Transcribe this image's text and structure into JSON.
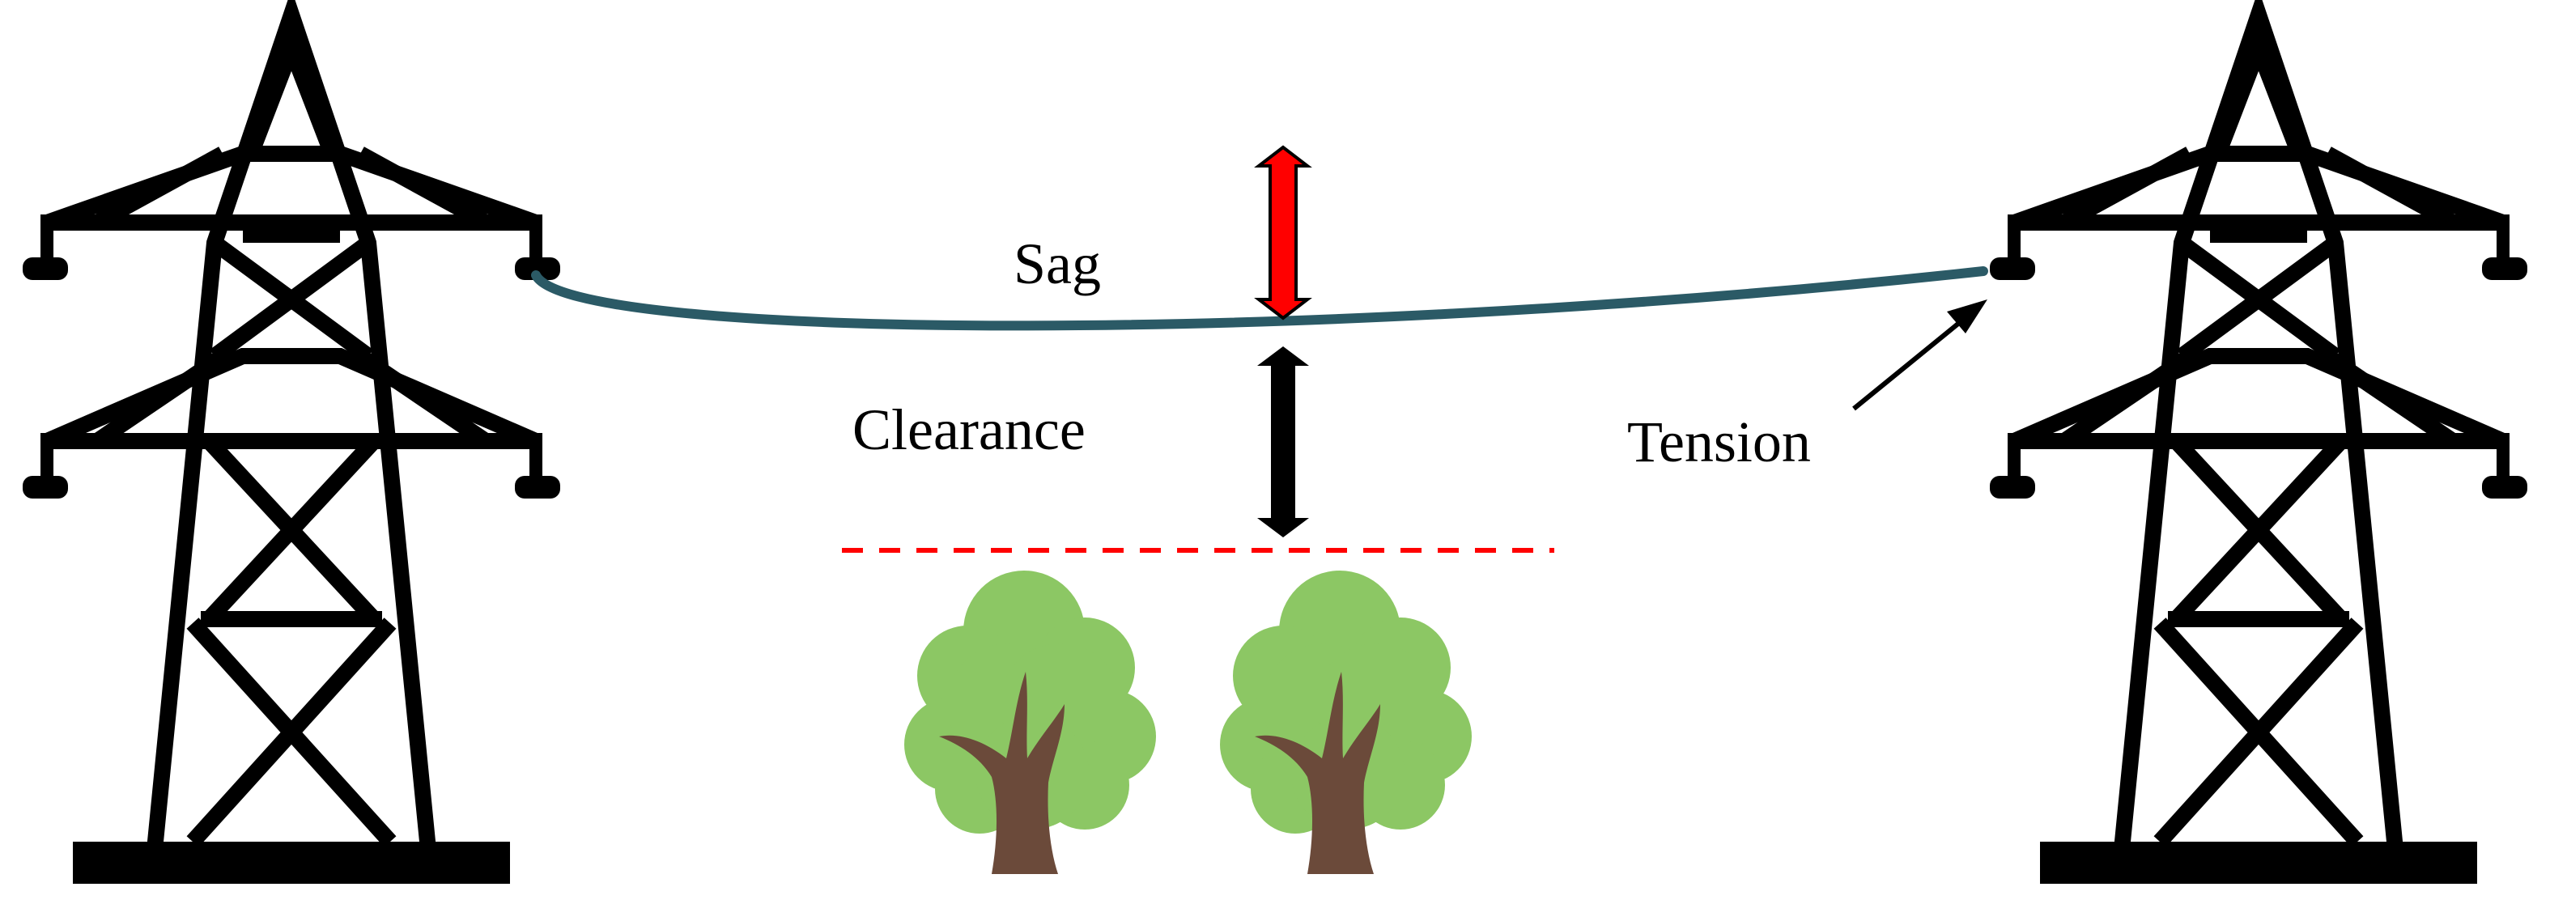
{
  "labels": {
    "sag": "Sag",
    "clearance": "Clearance",
    "tension": "Tension"
  },
  "colors": {
    "tower": "#000000",
    "conductor": "#2b5a66",
    "sag_arrow": "#ff0000",
    "clearance_arrow": "#000000",
    "clearance_line": "#ff0000",
    "tree_foliage": "#8cc764",
    "tree_trunk": "#6b4a3a"
  },
  "icons": {
    "tower": "transmission-tower-icon",
    "tree": "tree-icon"
  }
}
